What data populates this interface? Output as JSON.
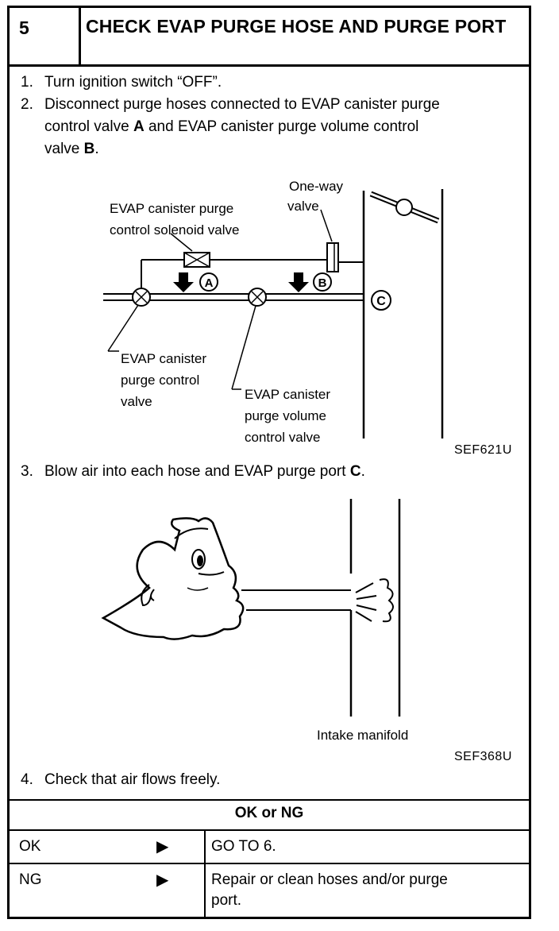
{
  "header": {
    "step_number": "5",
    "title": "CHECK EVAP PURGE HOSE AND PURGE PORT"
  },
  "instructions": [
    {
      "num": "1.",
      "pre": "Turn ignition switch “OFF”."
    },
    {
      "num": "2.",
      "line1": "Disconnect purge hoses connected to EVAP canister purge",
      "line2_pre": "control valve ",
      "bold_a": "A",
      "line2_mid": " and EVAP canister purge volume control",
      "line3_pre": "valve ",
      "bold_b": "B",
      "line3_post": "."
    },
    {
      "num": "3.",
      "pre": "Blow air into each hose and EVAP purge port ",
      "bold_c": "C",
      "post": "."
    },
    {
      "num": "4.",
      "pre": "Check that air flows freely."
    }
  ],
  "figure1": {
    "label_oneway_1": "One-way",
    "label_oneway_2": "valve",
    "label_solenoid_1": "EVAP canister purge",
    "label_solenoid_2": "control solenoid valve",
    "marker_a": "A",
    "marker_b": "B",
    "marker_c": "C",
    "label_control_1": "EVAP canister",
    "label_control_2": "purge control",
    "label_control_3": "valve",
    "label_volume_1": "EVAP canister",
    "label_volume_2": "purge volume",
    "label_volume_3": "control valve",
    "ref": "SEF621U"
  },
  "figure2": {
    "label_intake": "Intake manifold",
    "ref": "SEF368U"
  },
  "result": {
    "heading": "OK or NG",
    "rows": [
      {
        "cond": "OK",
        "action": "GO TO 6."
      },
      {
        "cond": "NG",
        "action_1": "Repair or clean hoses and/or purge",
        "action_2": "port."
      }
    ],
    "arrow": "▶"
  }
}
